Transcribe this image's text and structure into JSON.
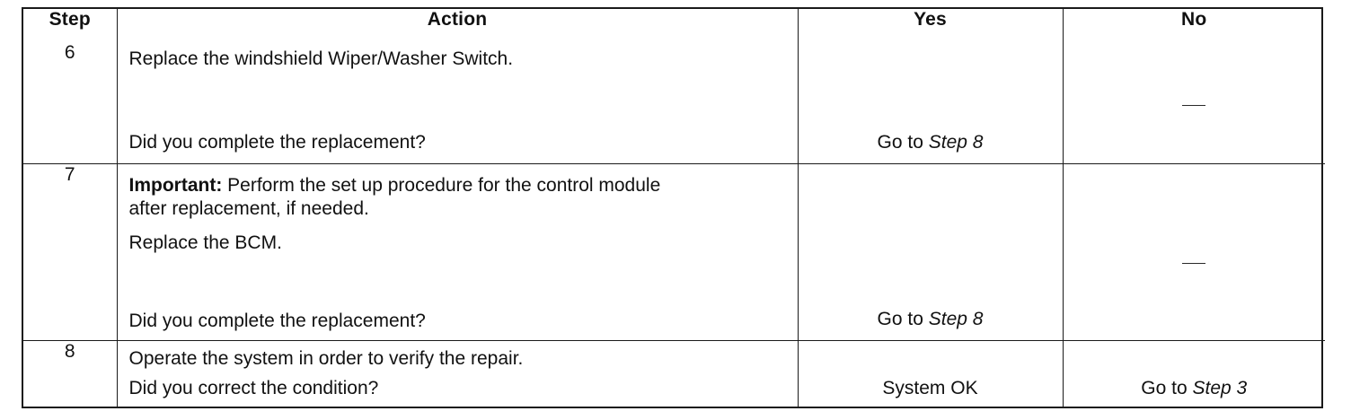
{
  "table": {
    "headers": {
      "step": "Step",
      "action": "Action",
      "yes": "Yes",
      "no": "No"
    },
    "rows": [
      {
        "step": "6",
        "action_instruction": "Replace the windshield Wiper/Washer Switch.",
        "action_question": "Did you complete the replacement?",
        "yes_prefix": "Go to ",
        "yes_step": "Step 8",
        "no": "—"
      },
      {
        "step": "7",
        "important_label": "Important:",
        "important_text_line1": " Perform the set up procedure for the control module",
        "important_text_line2": "after replacement, if needed.",
        "action_instruction": "Replace the BCM.",
        "action_question": "Did you complete the replacement?",
        "yes_prefix": "Go to ",
        "yes_step": "Step 8",
        "no": "—"
      },
      {
        "step": "8",
        "action_instruction": "Operate the system in order to verify the repair.",
        "action_question": "Did you correct the condition?",
        "yes": "System OK",
        "no_prefix": "Go to ",
        "no_step": "Step 3"
      }
    ]
  }
}
